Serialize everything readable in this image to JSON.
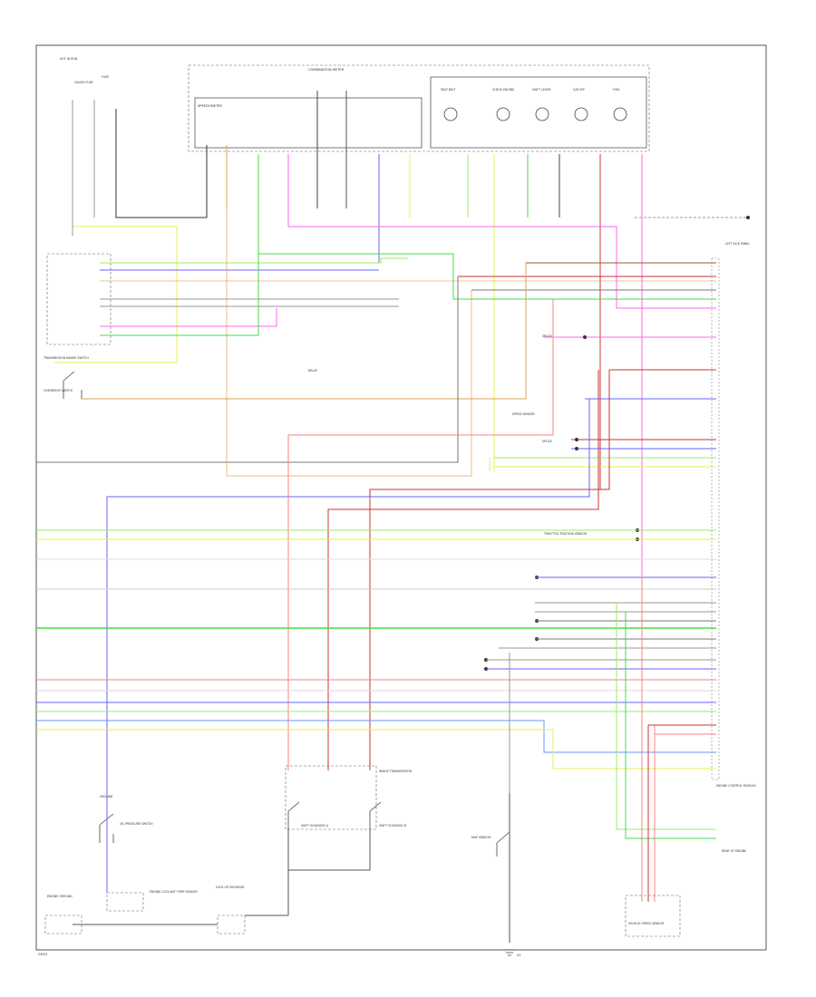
{
  "labels": {
    "combination_meter": "COMBINATION METER",
    "hot_in_run": "HOT IN RUN",
    "fuse_a": "GAUGE FUSE",
    "fuse_b": "FUSE",
    "speedometer": "SPEEDOMETER",
    "seat_belt": "SEAT BELT",
    "check_engine": "CHECK ENGINE",
    "shift_lever": "SHIFT LEVER",
    "o_d_off": "O/D OFF",
    "fuel": "FUEL",
    "transmission_range_switch": "TRANSMISSION RANGE SWITCH",
    "overdrive_switch": "OVERDRIVE SWITCH",
    "left_kick_panel": "LEFT KICK PANEL",
    "rear_relay": "RELAY",
    "splice_1": "SPLICE",
    "splice_2": "SPLICE",
    "speed_sensor": "SPEED SENSOR",
    "throttle_sensor": "THROTTLE POSITION SENSOR",
    "map_sensor": "MAP SENSOR",
    "ecm": "ENGINE CONTROL MODULE",
    "oil_pressure_switch": "OIL PRESSURE SWITCH",
    "trans_ground": "GROUND",
    "solenoid_a": "SHIFT SOLENOID A",
    "solenoid_b": "SHIFT SOLENOID B",
    "coolant_temp": "ENGINE COOLANT TEMP SENSOR",
    "engine_ground": "ENGINE GROUND",
    "vss": "VEHICLE SPEED SENSOR",
    "rear_of_engine": "REAR OF ENGINE",
    "inside_trans": "INSIDE TRANSMISSION",
    "lock_up": "LOCK UP SOLENOID",
    "ground_g1": "G1",
    "footer": "G5001"
  },
  "colors": {
    "red": "#ff8080",
    "dark_red": "#cc3333",
    "green": "#44dd44",
    "light_green": "#99ee66",
    "blue": "#6666ff",
    "light_blue": "#99aaff",
    "yellow": "#eeee55",
    "pink": "#ff66ee",
    "orange": "#e0a050",
    "brown": "#9a5a2a",
    "gray": "#999999",
    "dark": "#333333"
  }
}
